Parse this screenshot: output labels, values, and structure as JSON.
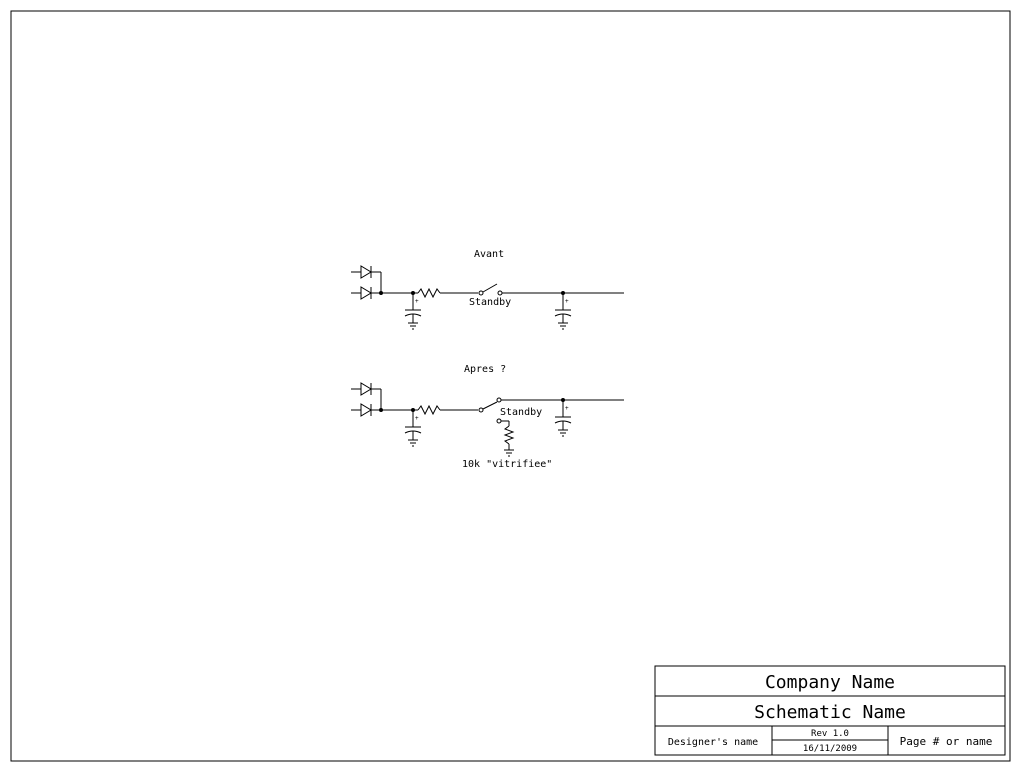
{
  "labels": {
    "before_title": "Avant",
    "before_switch": "Standby",
    "after_title": "Apres ?",
    "after_switch": "Standby",
    "after_resistor": "10k \"vitrifiee\""
  },
  "title_block": {
    "company": "Company Name",
    "schematic": "Schematic Name",
    "designer": "Designer's name",
    "revision": "Rev 1.0",
    "date": "16/11/2009",
    "page": "Page # or name"
  },
  "colors": {
    "ink": "#000000",
    "paper": "#ffffff"
  }
}
